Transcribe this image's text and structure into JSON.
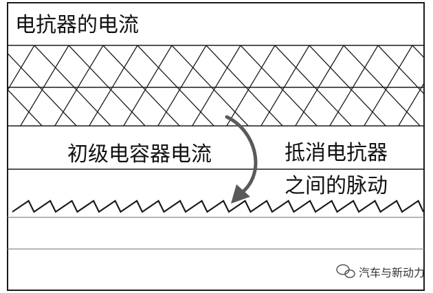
{
  "labels": {
    "reactor_current": "电抗器的电流",
    "primary_capacitor_current": "初级电容器电流",
    "cancel_ripple_line1": "抵消电抗器",
    "cancel_ripple_line2": "之间的脉动"
  },
  "watermark": {
    "text": "汽车与新动力",
    "icon": "wechat-icon"
  },
  "colors": {
    "line": "#1a1a1a",
    "arrow": "#5a5a5a",
    "background": "#ffffff"
  }
}
